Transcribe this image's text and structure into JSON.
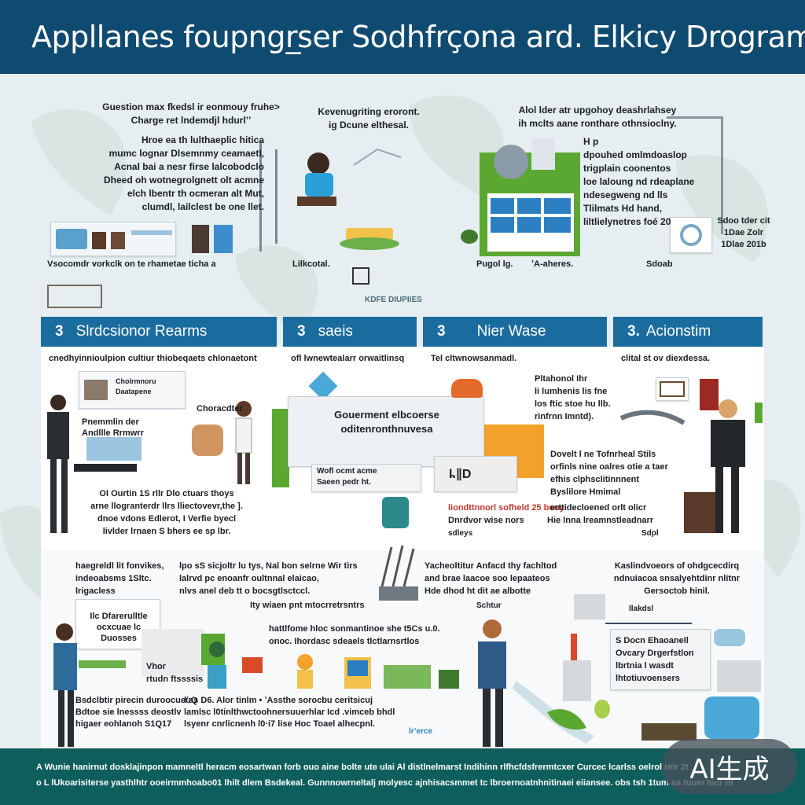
{
  "header": {
    "title": "Appllanes foupngr̲ser Sodhfrçona ard. Elkicy Drogram"
  },
  "top": {
    "col1": {
      "head": "Guestion max fkedsl ir eonmouy fruhe>\nCharge ret lndemdjl  hdurlʼʼ",
      "body": "Hroe ea th  lulthaeplic hitica\nmumc lognar Dlsemnmy ceamaetl,\nAcnal bai a nesr firse lalcobodclo\nDheed oh wotnegrolgnett olt  acmne\nelch lbentr  th  ocmeran alt  Mut,\nclumdl,  lailclest  be    one llet.",
      "caption": "Vsocomdr vorkclk  on te rhametae ticha a"
    },
    "col2": {
      "head": "Kevenugriting eroront.\nig Dcune elthesal.",
      "caption": "Lilkcotal."
    },
    "col3": {
      "head": "Alol lder  atr upgohoy deashrlahsey\nih mclts aane ronthare othnsioclny.",
      "caption1": "Pugol lg.",
      "caption2": "ʼA-aheres."
    },
    "col4": {
      "body": "H   p\ndpouhed omlmdoaslop\ntrigplain coonentos\nloe laloung nd rdeaplane\nndesegweng nd lls\nTlilmats Hd hand,\nliltlielynetres foé 20",
      "side": "Sdoo tder cit\n1Dae Zolr\n1Dlae 201b",
      "caption": "Sdoab"
    },
    "stamp": "KDFE  DIUPIIES"
  },
  "sections": [
    {
      "num": "3",
      "label": "Slrdcsionor Rearms"
    },
    {
      "num": "3",
      "label": "saeis"
    },
    {
      "num": "3",
      "label": "Nier Wase"
    },
    {
      "num": "3.",
      "label": "Acionstim"
    }
  ],
  "mid": {
    "s1_intro": "cnedhyinnioulpion cultiur thiobeqaets chlonaetont",
    "s1_small": "Cholrmnoru\nDaatapene",
    "s1_label": "Choracdter",
    "s1_notes": "Pnemmlin der\nAndllle Rrmwrr",
    "s1_body": "Ol Ourtin  1S    rllr     Dlo ctuars thoys\narne llogranterdr llrs lliectovevr,the ].\ndnoe vdons Edlerot,  I Verfie byecl\nlivlder   lrnaen   S bhers ee sp lbr.",
    "s2_intro": "ofl lwnewtealarr orwaitlinsq",
    "s2_box": "Gouerment elbcoerse\noditenronthnuvesa",
    "s2_box2": "Wofl ocmt  acme\nSaeen pedr ht.",
    "s3_intro": "Tel cltwnowsanmadl.",
    "s3_side": "Pltahonol  Ihr\nli  lumhenis lis fne\nlos ftic stoe hu llb.\n    rinfrnn Imntd).",
    "s3_mark": "l̵.∥D",
    "s3_red": "liondttnnorl sofheld 25 bouy",
    "s3_bottom": "Dnrdvor  wise nors",
    "s3_bottom2": "sdleys",
    "s4_intro": "clital st ov diexdessa.",
    "s4_body": "Dovelt l ne   Tofnrheal    Stils\norfinls nine oalres otie   a taer\nefhis clphsclitinnnent\n    Byslilore Hmimal",
    "s4_red": "erttidecloened orlt olicr",
    "s4_red2": "Hie  lnna lreamnstleadnarr",
    "s4_tag": "Sdpl"
  },
  "low": {
    "c1_head": "haegreldl lit fonvikes,\nindeoabsms  1Sltc.\n    lrigacless",
    "c1_box": "Ilc Dfarerulltle\nocxcuae     lc\n    Duosses",
    "c1_box2": "Vhor\nrtudn  ftssssis",
    "c1_bottom": "Bsdclbtir pirecin duroocueuQ\nBdtoe sie  lnessss deostlv\nhigaer eohlanoh S1Q17",
    "c2_head": "lpo  sS sicjoltr lu tys,  Nal  bon selrne  Wir  tirs\n lalrvd pc  enoanfr oultnnal elaicao,\n nlvs  anel deb tt o bocsgtlsctccl.",
    "c2_mid": "Ity    wiaen    pnt  mtocrretrsntrs",
    "c2_long": "hattlfome  hloc  sonmantinoe she  t5Cs  u.0.\nonoc.     Ihordasc sdeaels  tlctlarnsrtlos",
    "c2_bottom": "lʼas  D6.   Alor  tinlm  •   ʼAssthe  sorocbu  ceritsicuj\nlamlsc   l0tinlthwctoohnersuuerhlar Icd .vimceb  bhdl\nlsyenr cnrlicnenh  l0·i7  lise  Hoc   Toael alhecpnl.",
    "c2_tag": "lrʼerce",
    "c3_head": "Yacheoltitur Anfacd  thy  fachltod\nand brae laacoe   soo lepaateos\nHde    dhod ht  dit  ae  albotte",
    "c3_tag": "Schtur",
    "c4_head": "Kaslindvoeors  of ohdgcecdirq\nndnuiacoa snsalyehtdinr nlitnr\n       Gersoctob hinil.",
    "c4_sub": "Ilakdsl",
    "c4_box": "S Docn   Ehaoanell\nOvcary   Drgerfstlon\nlbrtnia   l wasdt\nlhtotiuvoensers"
  },
  "footer": {
    "line1": "A   Wunie hanirnut  dosklajinpon mamneltl  heracm  eosartwan forb  ouo aine  bolte  ute ulai  Al distlnelmarst Indihinn  rlfhcfdsfrermtcxer  Curcec lcarlss  oelrol  reir 2t",
    "line2": "o   L   lUkoarisiterse yasthlhtr  ooeirmmhoabo01  lhilt  dlem Bsdekeal.            Gunnnowrneltalj  molyesc  ajnhisacsmmet  tc  lbroernoatnhnitinaei  eiiansee.     obs  tsh  1tum    aa  tuum  hicr nf"
  },
  "badge": {
    "label": "AI生成"
  },
  "colors": {
    "header": "#0f4a70",
    "section": "#1a6c9e",
    "footer": "#0e5f5c",
    "accent_green": "#5aa832",
    "accent_orange": "#f2a12a"
  }
}
